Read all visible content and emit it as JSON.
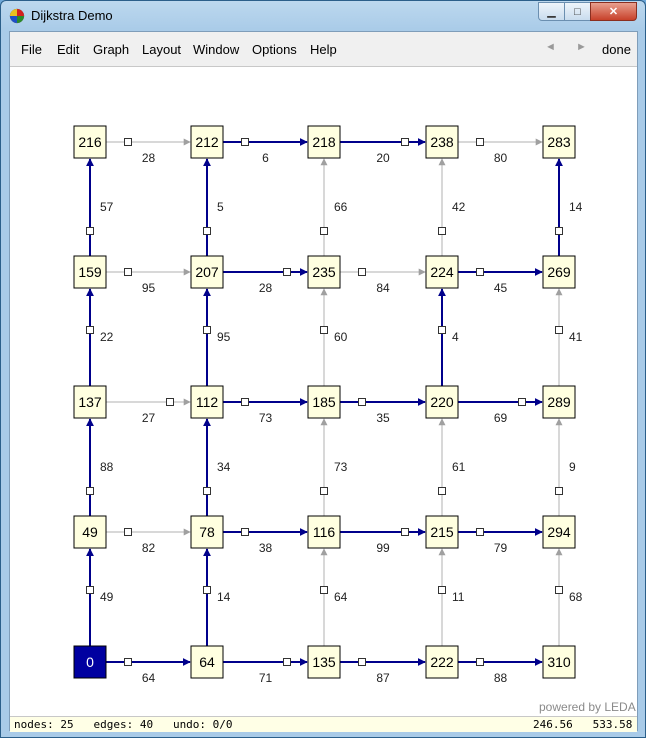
{
  "window": {
    "title": "Dijkstra Demo"
  },
  "menu": {
    "items": [
      "File",
      "Edit",
      "Graph",
      "Layout",
      "Window",
      "Options",
      "Help"
    ],
    "prev_arrow": "◄",
    "next_arrow": "►",
    "done": "done"
  },
  "colors": {
    "tree_edge": "#00008b",
    "plain_edge": "#b0b0b0",
    "node_fill": "#ffffe0",
    "source_fill": "#0000a0"
  },
  "graph": {
    "nodes": [
      {
        "id": "r0c0",
        "label": "216"
      },
      {
        "id": "r0c1",
        "label": "212"
      },
      {
        "id": "r0c2",
        "label": "218"
      },
      {
        "id": "r0c3",
        "label": "238"
      },
      {
        "id": "r0c4",
        "label": "283"
      },
      {
        "id": "r1c0",
        "label": "159"
      },
      {
        "id": "r1c1",
        "label": "207"
      },
      {
        "id": "r1c2",
        "label": "235"
      },
      {
        "id": "r1c3",
        "label": "224"
      },
      {
        "id": "r1c4",
        "label": "269"
      },
      {
        "id": "r2c0",
        "label": "137"
      },
      {
        "id": "r2c1",
        "label": "112"
      },
      {
        "id": "r2c2",
        "label": "185"
      },
      {
        "id": "r2c3",
        "label": "220"
      },
      {
        "id": "r2c4",
        "label": "289"
      },
      {
        "id": "r3c0",
        "label": "49"
      },
      {
        "id": "r3c1",
        "label": "78"
      },
      {
        "id": "r3c2",
        "label": "116"
      },
      {
        "id": "r3c3",
        "label": "215"
      },
      {
        "id": "r3c4",
        "label": "294"
      },
      {
        "id": "r4c0",
        "label": "0",
        "source": true
      },
      {
        "id": "r4c1",
        "label": "64"
      },
      {
        "id": "r4c2",
        "label": "135"
      },
      {
        "id": "r4c3",
        "label": "222"
      },
      {
        "id": "r4c4",
        "label": "310"
      }
    ],
    "edges": [
      {
        "from": "r0c0",
        "to": "r0c1",
        "weight": "28",
        "tree": false
      },
      {
        "from": "r0c1",
        "to": "r0c2",
        "weight": "6",
        "tree": true
      },
      {
        "from": "r0c2",
        "to": "r0c3",
        "weight": "20",
        "tree": true
      },
      {
        "from": "r0c3",
        "to": "r0c4",
        "weight": "80",
        "tree": false
      },
      {
        "from": "r1c0",
        "to": "r1c1",
        "weight": "95",
        "tree": false
      },
      {
        "from": "r1c1",
        "to": "r1c2",
        "weight": "28",
        "tree": true
      },
      {
        "from": "r1c2",
        "to": "r1c3",
        "weight": "84",
        "tree": false
      },
      {
        "from": "r1c3",
        "to": "r1c4",
        "weight": "45",
        "tree": true
      },
      {
        "from": "r2c0",
        "to": "r2c1",
        "weight": "27",
        "tree": false
      },
      {
        "from": "r2c1",
        "to": "r2c2",
        "weight": "73",
        "tree": true
      },
      {
        "from": "r2c2",
        "to": "r2c3",
        "weight": "35",
        "tree": true
      },
      {
        "from": "r2c3",
        "to": "r2c4",
        "weight": "69",
        "tree": true
      },
      {
        "from": "r3c0",
        "to": "r3c1",
        "weight": "82",
        "tree": false
      },
      {
        "from": "r3c1",
        "to": "r3c2",
        "weight": "38",
        "tree": true
      },
      {
        "from": "r3c2",
        "to": "r3c3",
        "weight": "99",
        "tree": true
      },
      {
        "from": "r3c3",
        "to": "r3c4",
        "weight": "79",
        "tree": true
      },
      {
        "from": "r4c0",
        "to": "r4c1",
        "weight": "64",
        "tree": true
      },
      {
        "from": "r4c1",
        "to": "r4c2",
        "weight": "71",
        "tree": true
      },
      {
        "from": "r4c2",
        "to": "r4c3",
        "weight": "87",
        "tree": true
      },
      {
        "from": "r4c3",
        "to": "r4c4",
        "weight": "88",
        "tree": true
      },
      {
        "from": "r4c0",
        "to": "r3c0",
        "weight": "49",
        "tree": true
      },
      {
        "from": "r3c0",
        "to": "r2c0",
        "weight": "88",
        "tree": true
      },
      {
        "from": "r2c0",
        "to": "r1c0",
        "weight": "22",
        "tree": true
      },
      {
        "from": "r1c0",
        "to": "r0c0",
        "weight": "57",
        "tree": true
      },
      {
        "from": "r4c1",
        "to": "r3c1",
        "weight": "14",
        "tree": true
      },
      {
        "from": "r3c1",
        "to": "r2c1",
        "weight": "34",
        "tree": true
      },
      {
        "from": "r2c1",
        "to": "r1c1",
        "weight": "95",
        "tree": true
      },
      {
        "from": "r1c1",
        "to": "r0c1",
        "weight": "5",
        "tree": true
      },
      {
        "from": "r4c2",
        "to": "r3c2",
        "weight": "64",
        "tree": false
      },
      {
        "from": "r3c2",
        "to": "r2c2",
        "weight": "73",
        "tree": false
      },
      {
        "from": "r2c2",
        "to": "r1c2",
        "weight": "60",
        "tree": false
      },
      {
        "from": "r1c2",
        "to": "r0c2",
        "weight": "66",
        "tree": false
      },
      {
        "from": "r4c3",
        "to": "r3c3",
        "weight": "11",
        "tree": false
      },
      {
        "from": "r3c3",
        "to": "r2c3",
        "weight": "61",
        "tree": false
      },
      {
        "from": "r2c3",
        "to": "r1c3",
        "weight": "4",
        "tree": true
      },
      {
        "from": "r1c3",
        "to": "r0c3",
        "weight": "42",
        "tree": false
      },
      {
        "from": "r4c4",
        "to": "r3c4",
        "weight": "68",
        "tree": false
      },
      {
        "from": "r3c4",
        "to": "r2c4",
        "weight": "9",
        "tree": false
      },
      {
        "from": "r2c4",
        "to": "r1c4",
        "weight": "41",
        "tree": false
      },
      {
        "from": "r1c4",
        "to": "r0c4",
        "weight": "14",
        "tree": true
      }
    ]
  },
  "footer": {
    "powered": "powered by LEDA",
    "status_left": "nodes: 25   edges: 40   undo: 0/0",
    "status_right": "246.56   533.58"
  }
}
